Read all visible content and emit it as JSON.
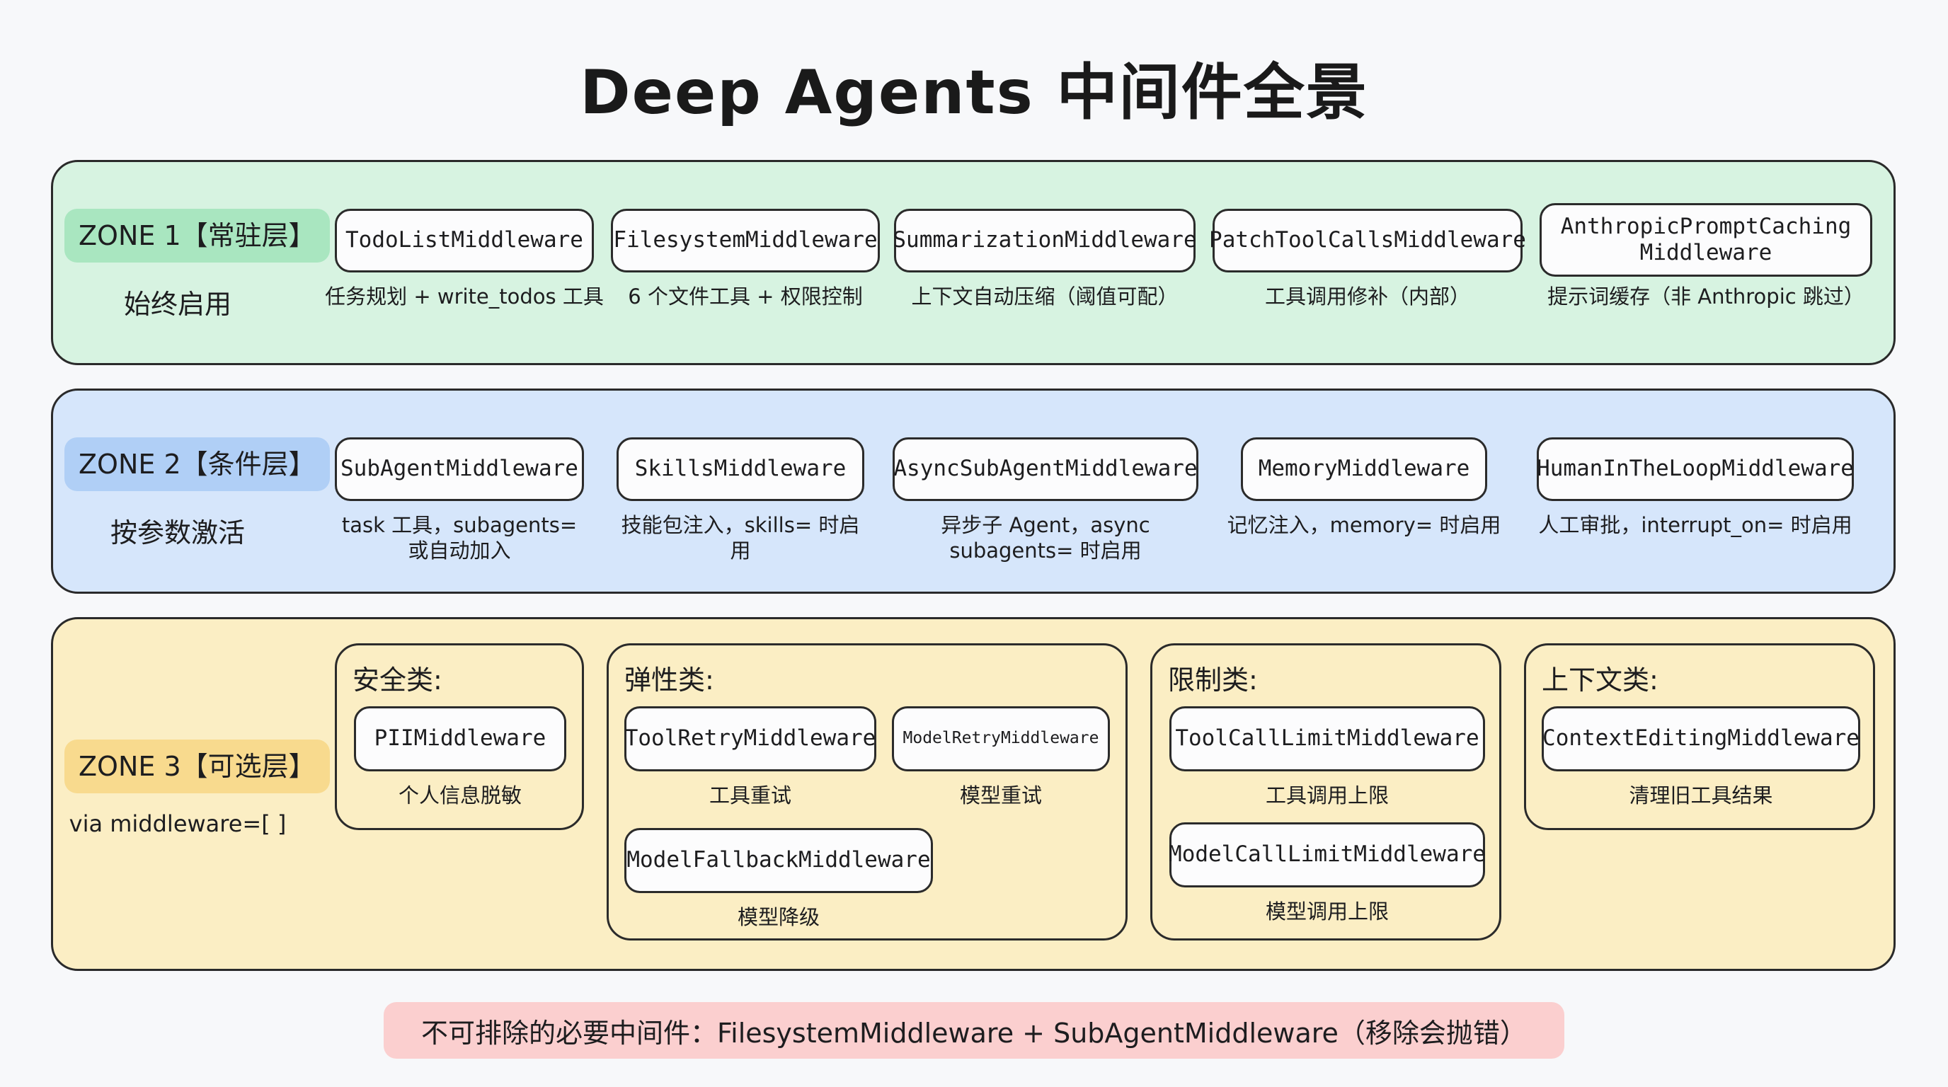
{
  "title": "Deep Agents 中间件全景",
  "zone1": {
    "tag": "ZONE 1【常驻层】",
    "subtitle": "始终启用",
    "items": [
      {
        "name": "TodoListMiddleware",
        "desc": "任务规划 + write_todos 工具"
      },
      {
        "name": "FilesystemMiddleware",
        "desc": "6 个文件工具 + 权限控制"
      },
      {
        "name": "SummarizationMiddleware",
        "desc": "上下文自动压缩（阈值可配）"
      },
      {
        "name": "PatchToolCallsMiddleware",
        "desc": "工具调用修补（内部）"
      },
      {
        "name_line1": "AnthropicPromptCaching",
        "name_line2": "Middleware",
        "desc": "提示词缓存（非 Anthropic 跳过）"
      }
    ]
  },
  "zone2": {
    "tag": "ZONE 2【条件层】",
    "subtitle": "按参数激活",
    "items": [
      {
        "name": "SubAgentMiddleware",
        "desc_line1": "task 工具，subagents=",
        "desc_line2": "或自动加入"
      },
      {
        "name": "SkillsMiddleware",
        "desc_line1": "技能包注入，skills= 时启",
        "desc_line2": "用"
      },
      {
        "name": "AsyncSubAgentMiddleware",
        "desc_line1": "异步子 Agent，async",
        "desc_line2": "subagents= 时启用"
      },
      {
        "name": "MemoryMiddleware",
        "desc_line1": "记忆注入，memory= 时启用",
        "desc_line2": ""
      },
      {
        "name": "HumanInTheLoopMiddleware",
        "desc_line1": "人工审批，interrupt_on= 时启用",
        "desc_line2": ""
      }
    ]
  },
  "zone3": {
    "tag": "ZONE 3【可选层】",
    "subtitle": "via middleware=[ ]",
    "groups": {
      "safety": {
        "label": "安全类:",
        "items": [
          {
            "name": "PIIMiddleware",
            "desc": "个人信息脱敏"
          }
        ]
      },
      "resilience": {
        "label": "弹性类:",
        "items": [
          {
            "name": "ToolRetryMiddleware",
            "desc": "工具重试"
          },
          {
            "name": "ModelRetryMiddleware",
            "desc": "模型重试"
          },
          {
            "name": "ModelFallbackMiddleware",
            "desc": "模型降级"
          }
        ]
      },
      "limits": {
        "label": "限制类:",
        "items": [
          {
            "name": "ToolCallLimitMiddleware",
            "desc": "工具调用上限"
          },
          {
            "name": "ModelCallLimitMiddleware",
            "desc": "模型调用上限"
          }
        ]
      },
      "context": {
        "label": "上下文类:",
        "items": [
          {
            "name": "ContextEditingMiddleware",
            "desc": "清理旧工具结果"
          }
        ]
      }
    }
  },
  "banner": "不可排除的必要中间件：FilesystemMiddleware + SubAgentMiddleware（移除会抛错）",
  "colors": {
    "zone1_bg": "#d7f3e1",
    "zone2_bg": "#d6e6fb",
    "zone3_bg": "#fbeec4",
    "banner_bg": "#fbcfcf"
  }
}
